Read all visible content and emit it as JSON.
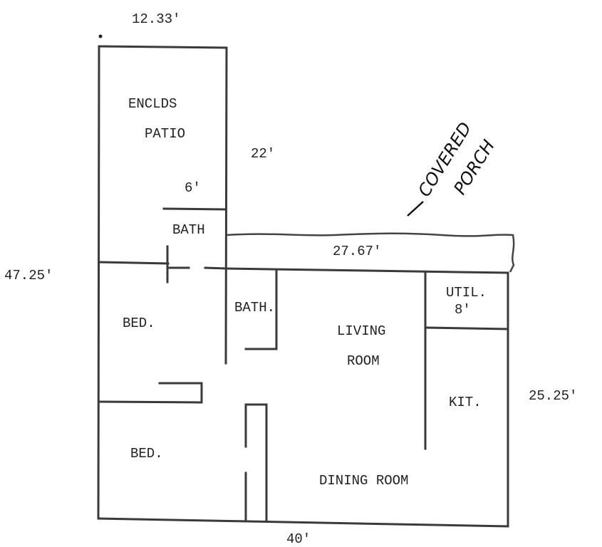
{
  "plan": {
    "rooms": {
      "enclosed_patio_line1": "ENCLDS",
      "enclosed_patio_line2": "PATIO",
      "bath_upper": "BATH",
      "bath_lower": "BATH.",
      "bed_upper": "BED.",
      "bed_lower": "BED.",
      "living_line1": "LIVING",
      "living_line2": "ROOM",
      "util": "UTIL.",
      "kit": "KIT.",
      "dining": "DINING ROOM"
    },
    "dimensions": {
      "top_width": "12.33′",
      "patio_depth": "22′",
      "patio_inner": "6′",
      "porch_length": "27.67′",
      "left_height": "47.25′",
      "util_width": "8′",
      "right_height": "25.25′",
      "bottom_width": "40′"
    },
    "annotation": {
      "line1": "COVERED",
      "line2": "PORCH"
    }
  }
}
